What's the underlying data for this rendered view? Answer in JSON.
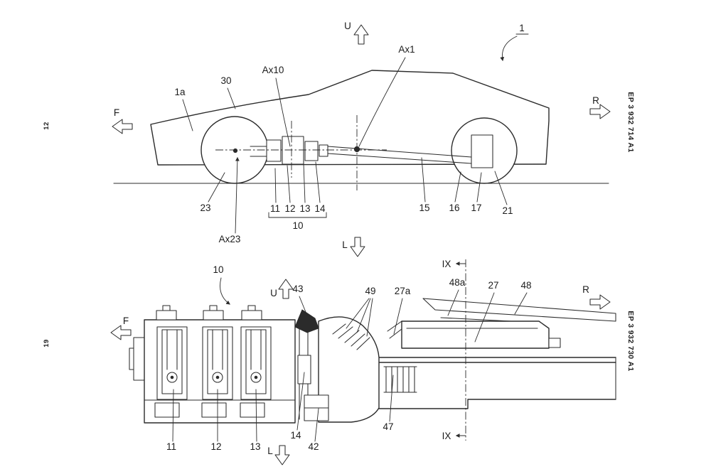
{
  "colors": {
    "ink": "#2b2b2b",
    "paper": "#ffffff"
  },
  "fig_top": {
    "page_number": "12",
    "patent_number": "EP 3 932 714 A1",
    "orient": {
      "up": "U",
      "down": "L",
      "front": "F",
      "rear": "R"
    },
    "refs": {
      "r1": "1",
      "r1a": "1a",
      "r30": "30",
      "ax10": "Ax10",
      "ax1": "Ax1",
      "ax23": "Ax23",
      "r23": "23",
      "r11": "11",
      "r12": "12",
      "r13": "13",
      "r14": "14",
      "r10": "10",
      "r15": "15",
      "r16": "16",
      "r17": "17",
      "r21": "21"
    }
  },
  "fig_bottom": {
    "page_number": "19",
    "patent_number": "EP 3 932 730 A1",
    "orient": {
      "up": "U",
      "down": "L",
      "front": "F",
      "rear": "R"
    },
    "section": {
      "top": "IX",
      "bottom": "IX"
    },
    "refs": {
      "r10": "10",
      "r43": "43",
      "r49": "49",
      "r27a": "27a",
      "r48a": "48a",
      "r27": "27",
      "r48": "48",
      "r47": "47",
      "r14": "14",
      "r42": "42",
      "r11": "11",
      "r12": "12",
      "r13": "13"
    }
  }
}
